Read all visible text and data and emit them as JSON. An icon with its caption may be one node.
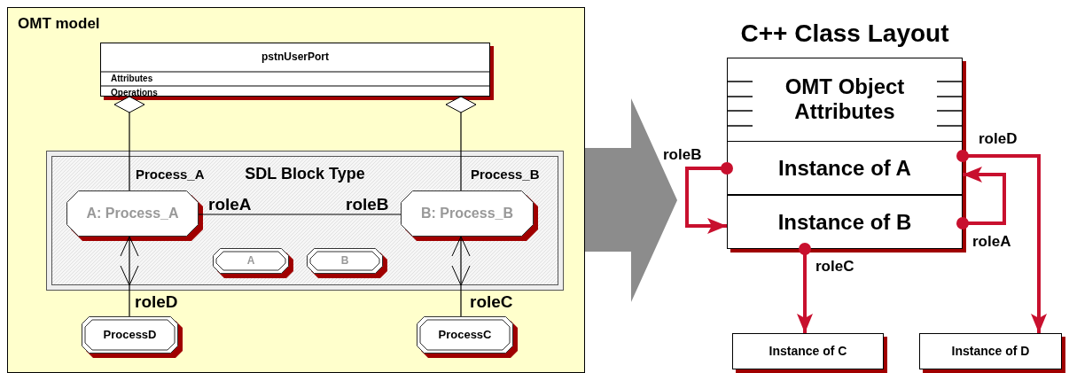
{
  "diagram": {
    "nodes": [
      {
        "text": [
          "OMT model"
        ]
      },
      {
        "text": [
          "pstnUserPort",
          "Attributes",
          "Operations"
        ],
        "in": 0
      },
      {
        "text": [
          "SDL Block Type"
        ],
        "in": 0
      },
      {
        "text": [
          "A: Process_A"
        ],
        "in": 2
      },
      {
        "text": [
          "B: Process_B"
        ],
        "in": 2
      },
      {
        "text": [
          "A"
        ],
        "in": 2
      },
      {
        "text": [
          "B"
        ],
        "in": 2
      },
      {
        "text": [
          "ProcessD"
        ],
        "in": 0
      },
      {
        "text": [
          "ProcessC"
        ],
        "in": 0
      },
      {
        "text": [
          "C++ Class Layout",
          "OMT Object Attributes"
        ]
      },
      {
        "text": [
          "Instance of A"
        ],
        "in": 9
      },
      {
        "text": [
          "Instance of B"
        ],
        "in": 9
      },
      {
        "text": [
          "Instance of C"
        ]
      },
      {
        "text": [
          "Instance of D"
        ]
      }
    ],
    "edges": [
      {
        "from": 1,
        "to": 3,
        "arrow": "other",
        "label": "Process_A"
      },
      {
        "from": 1,
        "to": 4,
        "arrow": "other",
        "label": "Process_B"
      },
      {
        "from": 3,
        "to": 4,
        "arrow": "none"
      },
      {
        "from": 7,
        "to": 3,
        "arrow": "to",
        "label": "roleD"
      },
      {
        "from": 8,
        "to": 4,
        "arrow": "to",
        "label": "roleC"
      },
      {
        "from": 0,
        "to": 9,
        "arrow": "to",
        "style": "thick",
        "color": "#8c8c8c"
      },
      {
        "from": 10,
        "to": 11,
        "arrow": "to",
        "label": "roleB",
        "style": "thick",
        "color": "#c8102e"
      },
      {
        "from": 10,
        "to": 13,
        "arrow": "to",
        "label": "roleD",
        "style": "thick",
        "color": "#c8102e"
      },
      {
        "from": 11,
        "to": 10,
        "arrow": "to",
        "label": "roleA",
        "style": "thick",
        "color": "#c8102e"
      },
      {
        "from": 11,
        "to": 12,
        "arrow": "to",
        "label": "roleC",
        "style": "thick",
        "color": "#c8102e"
      }
    ],
    "labels": [
      "roleA",
      "roleB"
    ]
  }
}
